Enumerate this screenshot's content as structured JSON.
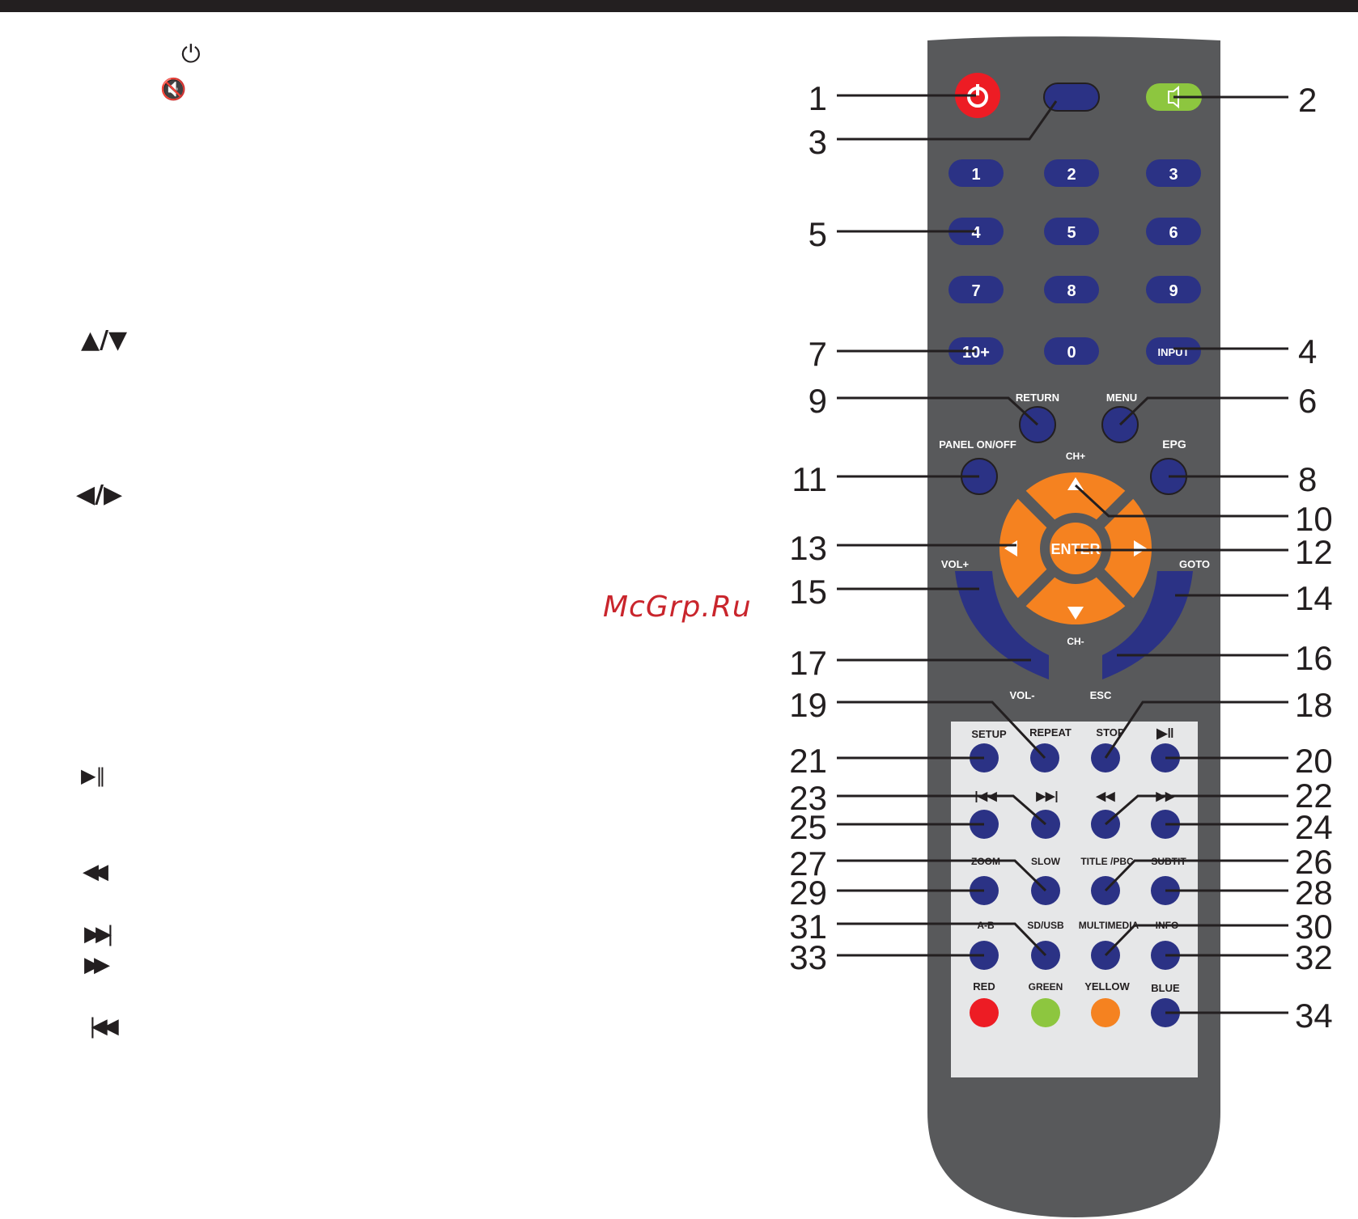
{
  "left_symbols": {
    "power": "⏻",
    "mute": "🔇",
    "up_down": "▲/▼",
    "left_right": "◀/▶",
    "play_pause": "▶‖",
    "rewind": "◀◀",
    "next": "▶▶|",
    "fast_forward": "▶▶",
    "prev": "|◀◀"
  },
  "watermark": "McGrp.Ru",
  "colors": {
    "remote_body": "#58595b",
    "navy_button": "#2b3285",
    "power_red": "#ed1c24",
    "mute_green": "#8dc63f",
    "orange_dpad": "#f58220",
    "media_panel": "#e6e7e8",
    "red_key": "#ed1c24",
    "green_key": "#8dc63f",
    "yellow_key": "#f58220",
    "blue_key": "#2b3285"
  },
  "keys": {
    "digits": [
      "1",
      "2",
      "3",
      "4",
      "5",
      "6",
      "7",
      "8",
      "9",
      "10+",
      "0",
      "INPUT"
    ],
    "return": "RETURN",
    "menu": "MENU",
    "panel": "PANEL ON/OFF",
    "epg": "EPG",
    "ch_up": "CH+",
    "ch_down": "CH-",
    "enter": "ENTER",
    "vol_up": "VOL+",
    "vol_down": "VOL-",
    "goto": "GOTO",
    "esc": "ESC",
    "setup": "SETUP",
    "repeat": "REPEAT",
    "stop": "STOP",
    "playpause_glyph": "▶‖",
    "prev_glyph": "|◀◀",
    "next_glyph": "▶▶|",
    "rew_glyph": "◀◀",
    "ff_glyph": "▶▶",
    "zoom": "ZOOM",
    "slow": "SLOW",
    "title_pbc": "TITLE /PBC",
    "subtit": "SUBTIT",
    "ab": "A-B",
    "sdusb": "SD/USB",
    "multimedia": "MULTIMEDIA",
    "info": "INFO",
    "red": "RED",
    "green": "GREEN",
    "yellow": "YELLOW",
    "blue": "BLUE"
  },
  "callouts_left": [
    "1",
    "3",
    "5",
    "7",
    "9",
    "11",
    "13",
    "15",
    "17",
    "19",
    "21",
    "23",
    "25",
    "27",
    "29",
    "31",
    "33"
  ],
  "callouts_right": [
    "2",
    "4",
    "6",
    "8",
    "10",
    "12",
    "14",
    "16",
    "18",
    "20",
    "22",
    "24",
    "26",
    "28",
    "30",
    "32",
    "34"
  ]
}
